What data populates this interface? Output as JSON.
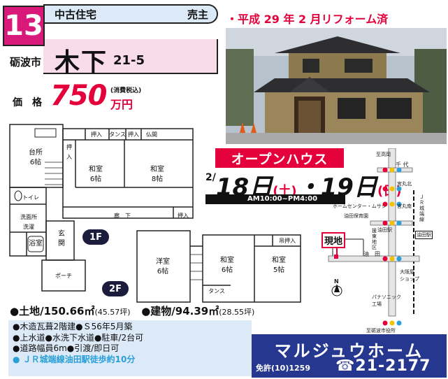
{
  "listing": {
    "number": "13",
    "type": "中古住宅",
    "transaction": "売主",
    "city": "砺波市",
    "district": "木下",
    "lot": "21-5",
    "reform_note": "・平成 29 年 2 月リフォーム済"
  },
  "price": {
    "label": "価格",
    "value": "750",
    "tax_note": "(消費税込)",
    "unit": "万円"
  },
  "open_house": {
    "title": "オープンハウス",
    "month": "2/",
    "day1": "18日",
    "dow1": "(土)",
    "sep": "・",
    "day2": "19日",
    "dow2": "(日)",
    "time": "AM10:00~PM4:00"
  },
  "floor_plan": {
    "first_floor": {
      "tag": "1F",
      "rooms": {
        "kitchen": "台所\n6帖",
        "washitsu1": "和室\n6帖",
        "washitsu2": "和室\n8帖",
        "oshiire1": "押入",
        "tansu1": "タンス",
        "oshiire2": "押入",
        "ima": "仏間",
        "oshiire3": "押\n入",
        "toilet": "トイレ",
        "washroom": "洗面所\n洗濯",
        "bath": "浴室",
        "entrance": "玄\n関",
        "corridor": "廊　下",
        "oshiire4": "押入",
        "porch": "ポーチ"
      }
    },
    "second_floor": {
      "tag": "2F",
      "rooms": {
        "youshitsu": "洋室\n6帖",
        "washitsu1": "和室\n6帖",
        "washitsu2": "和室\n5帖",
        "oshiire": "吊押入",
        "tansu": "タンス"
      }
    }
  },
  "areas": {
    "land_label": "●土地/",
    "land_value": "150.66㎡",
    "land_tsubo": "(45.57坪)",
    "building_label": "●建物/",
    "building_value": "94.39㎡",
    "building_tsubo": "(28.55坪)"
  },
  "specs": {
    "line1": "●木造瓦葺2階建●Ｓ56年5月築",
    "line2": "●上水道●水洗下水道●駐車/2台可",
    "line3": "●道路幅員6m●引渡/即日可",
    "access": "● ＪＲ城端線油田駅徒歩約10分"
  },
  "map": {
    "labels": {
      "top": "至高岡",
      "chiyo": "千 代",
      "miyamaru": "宮丸北",
      "home_center": "ホームセンター・ムサシ",
      "miyamaru_s": "宮丸南",
      "nursery": "油田保育園",
      "aburada_station_crossing": "油田駅",
      "hiki": "援\n東\n地\n区",
      "aburada": "油　田",
      "osaka": "大阪屋\nショップ",
      "panasonic": "パナソニック\n工場",
      "bottom": "至砺波市役所",
      "jr": "ＪＲ城端線",
      "aburada_sta": "油田駅",
      "site": "現地",
      "north": "N"
    }
  },
  "company": {
    "name": "マルジュウホーム",
    "license": "免許(10)1259",
    "phone_icon": "phone-icon",
    "phone": "21-2177"
  },
  "colors": {
    "magenta": "#d9197a",
    "red": "#e4003a",
    "light_blue": "#dbeaf6",
    "pink": "#f9dce9",
    "navy": "#26378f"
  }
}
